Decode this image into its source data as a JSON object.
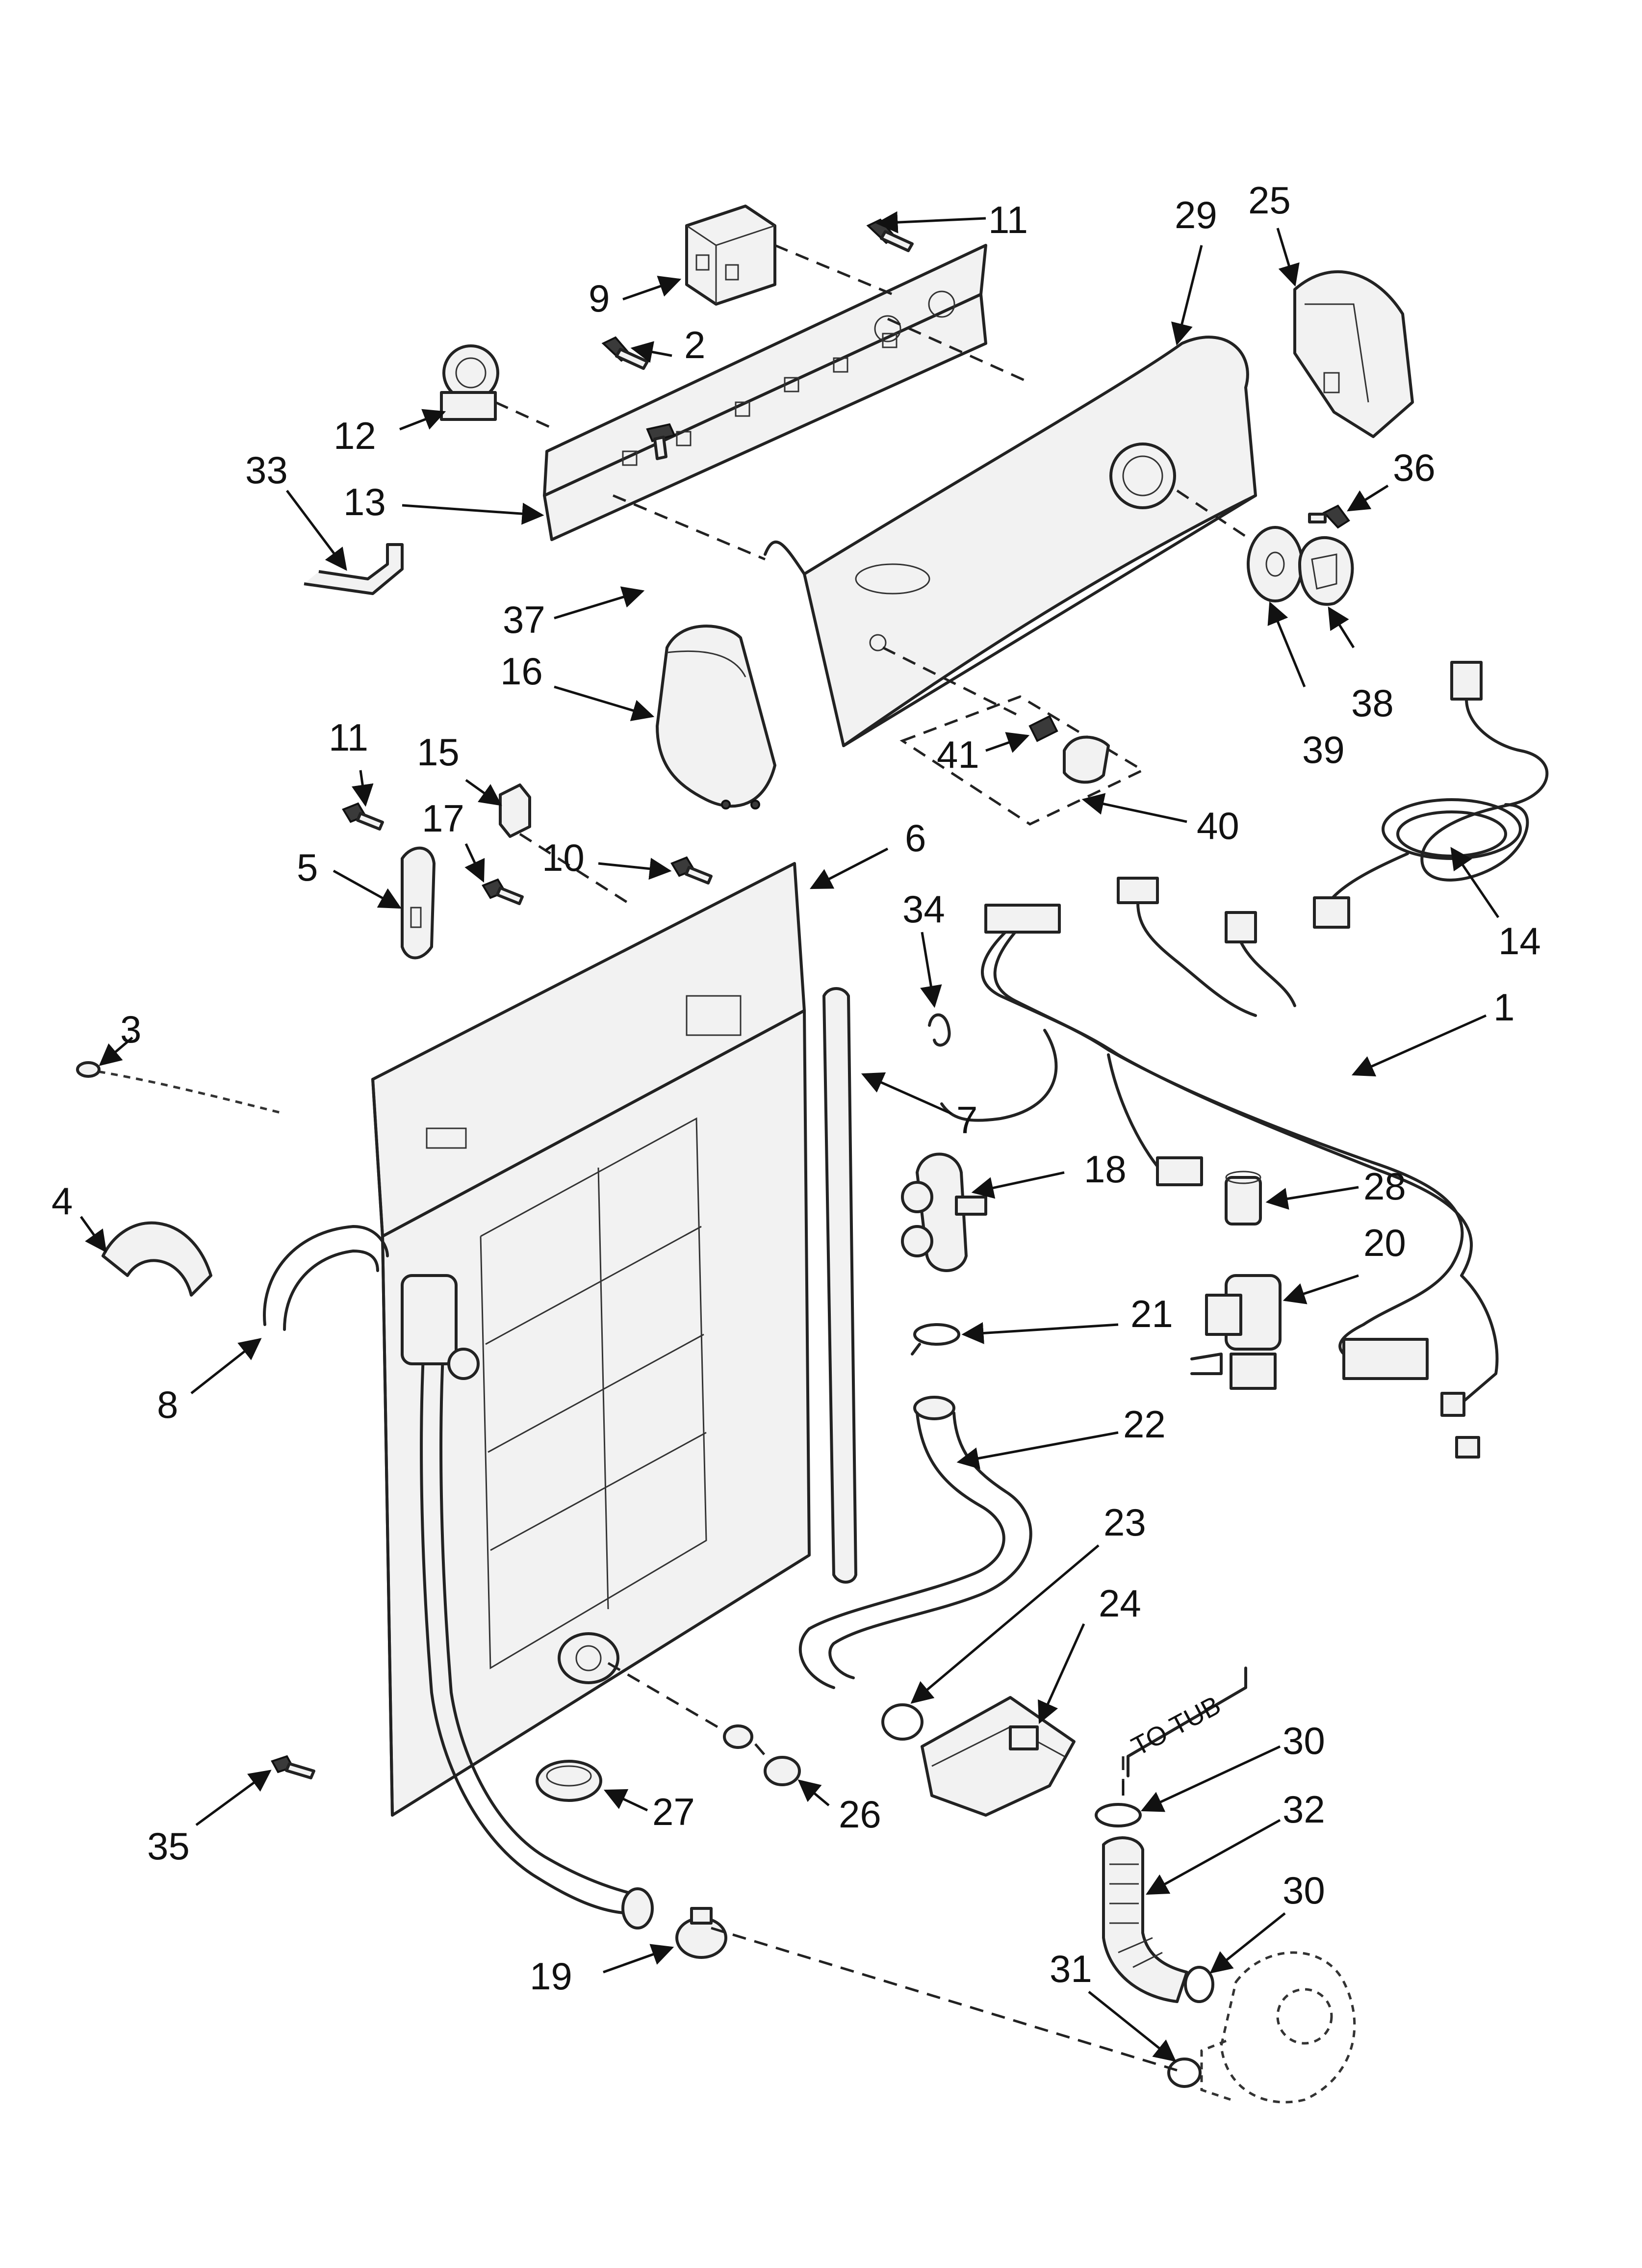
{
  "diagram": {
    "callouts": {
      "c1": "1",
      "c2": "2",
      "c3": "3",
      "c4": "4",
      "c5": "5",
      "c6": "6",
      "c7": "7",
      "c8": "8",
      "c9": "9",
      "c10": "10",
      "c11a": "11",
      "c11b": "11",
      "c12": "12",
      "c13": "13",
      "c14": "14",
      "c15": "15",
      "c16": "16",
      "c17": "17",
      "c18": "18",
      "c19": "19",
      "c20": "20",
      "c21": "21",
      "c22": "22",
      "c23": "23",
      "c24": "24",
      "c25": "25",
      "c26": "26",
      "c27": "27",
      "c28": "28",
      "c29": "29",
      "c30a": "30",
      "c30b": "30",
      "c31": "31",
      "c32": "32",
      "c33": "33",
      "c34": "34",
      "c35": "35",
      "c36": "36",
      "c37": "37",
      "c38": "38",
      "c39": "39",
      "c40": "40",
      "c41": "41"
    },
    "notes": {
      "to_tub": "TO TUB"
    }
  }
}
